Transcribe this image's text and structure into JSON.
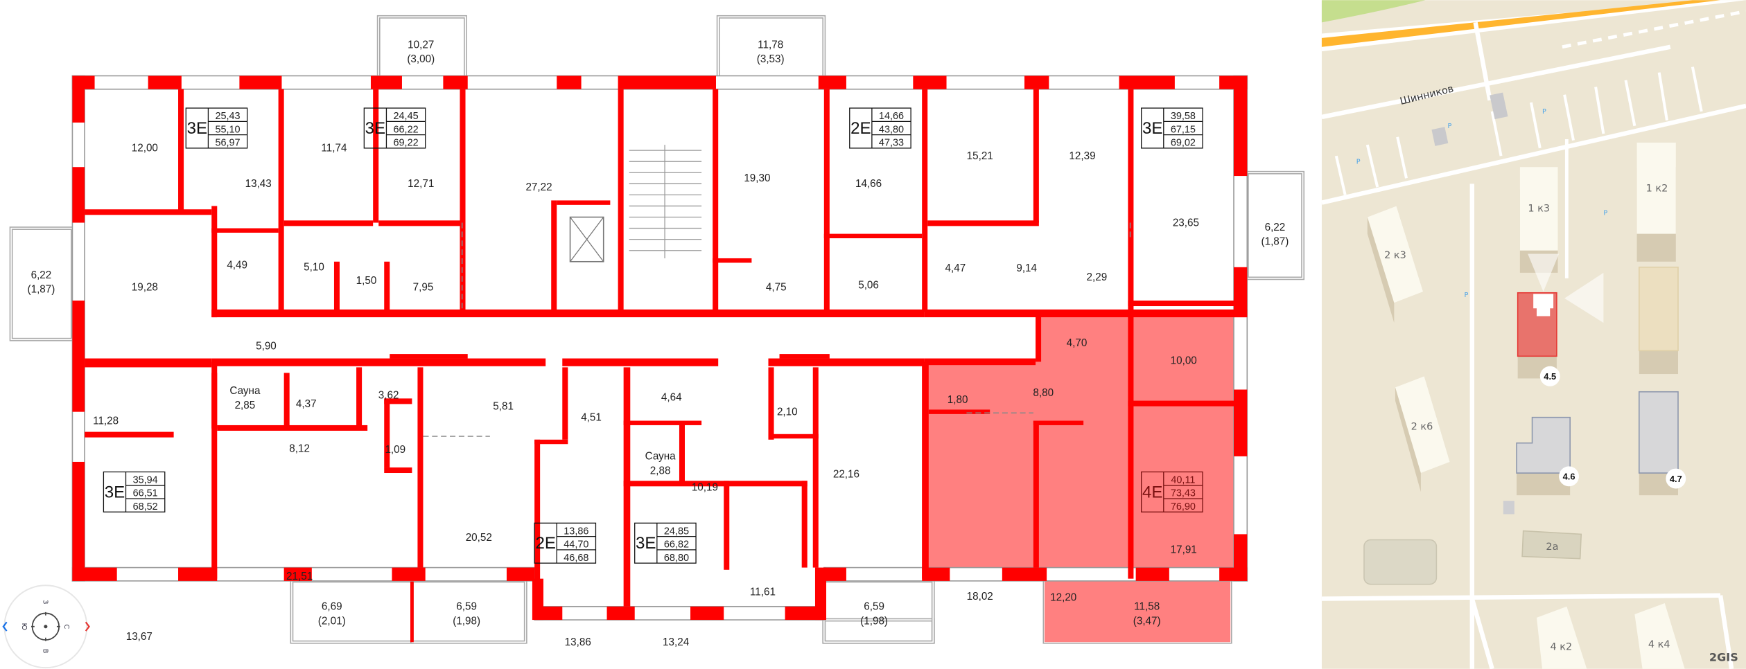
{
  "plan": {
    "wall_color": "#ff0000",
    "highlight_color": "#ff8080",
    "rooms": [
      {
        "area": "12,00"
      },
      {
        "area": "13,43"
      },
      {
        "area": "19,28"
      },
      {
        "area": "4,49"
      },
      {
        "area": "6,22",
        "sub": "(1,87)"
      },
      {
        "area": "11,74"
      },
      {
        "area": "5,10"
      },
      {
        "area": "1,50"
      },
      {
        "area": "7,95"
      },
      {
        "area": "12,71"
      },
      {
        "area": "10,27",
        "sub": "(3,00)"
      },
      {
        "area": "27,22"
      },
      {
        "area": "19,30"
      },
      {
        "area": "4,75"
      },
      {
        "area": "11,78",
        "sub": "(3,53)"
      },
      {
        "area": "14,66"
      },
      {
        "area": "5,06"
      },
      {
        "area": "15,21"
      },
      {
        "area": "12,39"
      },
      {
        "area": "4,47"
      },
      {
        "area": "9,14"
      },
      {
        "area": "2,29"
      },
      {
        "area": "23,65"
      },
      {
        "area": "6,22",
        "sub": "(1,87)"
      },
      {
        "area": "5,90"
      },
      {
        "area": "11,28"
      },
      {
        "area": "Сауна",
        "sub": "2,85"
      },
      {
        "area": "4,37"
      },
      {
        "area": "3,62"
      },
      {
        "area": "8,12"
      },
      {
        "area": "1,09"
      },
      {
        "area": "21,51"
      },
      {
        "area": "13,67"
      },
      {
        "area": "20,52"
      },
      {
        "area": "5,81"
      },
      {
        "area": "4,51"
      },
      {
        "area": "4,64"
      },
      {
        "area": "Сауна",
        "sub": "2,88"
      },
      {
        "area": "2,10"
      },
      {
        "area": "10,19"
      },
      {
        "area": "22,16"
      },
      {
        "area": "13,86"
      },
      {
        "area": "13,24"
      },
      {
        "area": "11,61"
      },
      {
        "area": "6,69",
        "sub": "(2,01)"
      },
      {
        "area": "6,59",
        "sub": "(1,98)"
      },
      {
        "area": "6,59",
        "sub": "(1,98)"
      },
      {
        "area": "1,80"
      },
      {
        "area": "8,80"
      },
      {
        "area": "4,70"
      },
      {
        "area": "10,00"
      },
      {
        "area": "18,02"
      },
      {
        "area": "12,20"
      },
      {
        "area": "17,91"
      },
      {
        "area": "11,58",
        "sub": "(3,47)"
      }
    ],
    "apartments": [
      {
        "type": "3E",
        "values": [
          "25,43",
          "55,10",
          "56,97"
        ]
      },
      {
        "type": "3E",
        "values": [
          "24,45",
          "66,22",
          "69,22"
        ]
      },
      {
        "type": "2E",
        "values": [
          "14,66",
          "43,80",
          "47,33"
        ]
      },
      {
        "type": "3E",
        "values": [
          "39,58",
          "67,15",
          "69,02"
        ]
      },
      {
        "type": "3E",
        "values": [
          "35,94",
          "66,51",
          "68,52"
        ]
      },
      {
        "type": "2E",
        "values": [
          "13,86",
          "44,70",
          "46,68"
        ]
      },
      {
        "type": "3E",
        "values": [
          "24,85",
          "66,82",
          "68,80"
        ]
      },
      {
        "type": "4E",
        "values": [
          "40,11",
          "73,43",
          "76,90"
        ],
        "selected": true
      }
    ]
  },
  "compass": {
    "top": "З",
    "left": "Ю",
    "right": "С",
    "bottom": "В",
    "rotate_left_icon": "chevron-left-icon",
    "rotate_right_icon": "chevron-right-icon",
    "left_color": "#1a73e8",
    "right_color": "#e53935"
  },
  "map": {
    "street": "Шинников",
    "buildings": [
      "1 к3",
      "1 к2",
      "2 к3",
      "2 к6",
      "2а",
      "4 к2",
      "4 к4"
    ],
    "markers": [
      "4.5",
      "4.6",
      "4.7"
    ],
    "selected_marker": "4.5",
    "logo": "2GIS",
    "colors": {
      "ground": "#ede6d3",
      "highway": "#ffb52e",
      "selected": "#e8736c",
      "building": "#fbf9ee",
      "planned": "#d7d7d9"
    }
  }
}
